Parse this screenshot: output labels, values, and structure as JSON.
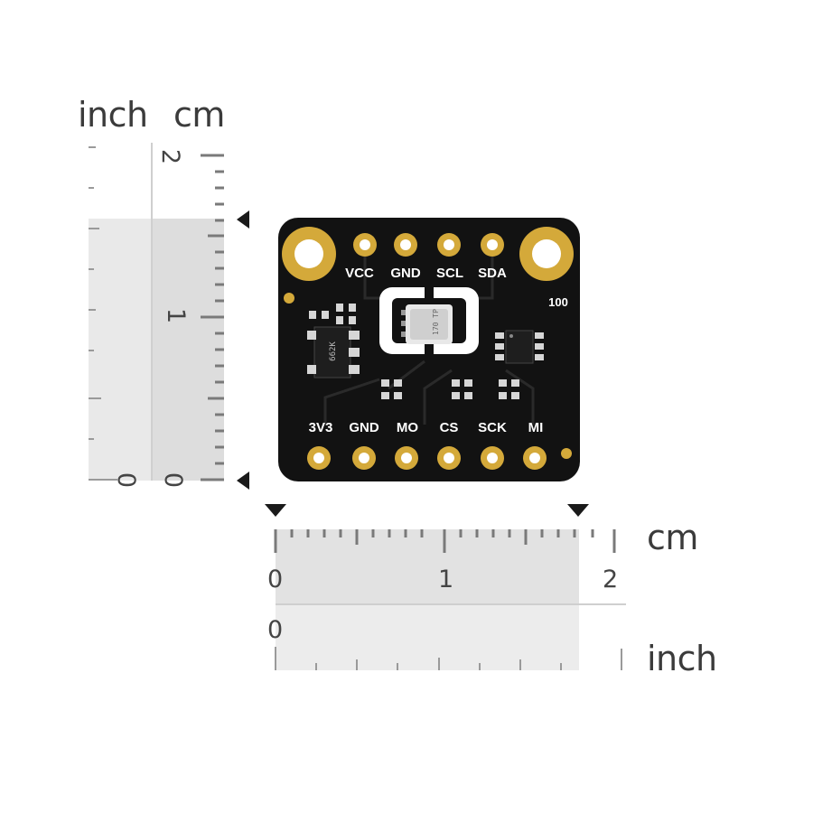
{
  "vertical_ruler": {
    "unit_inch": "inch",
    "unit_cm": "cm",
    "cm_labels": [
      "2",
      "1",
      "0"
    ],
    "inch_labels": [
      "0"
    ]
  },
  "horizontal_ruler": {
    "unit_cm": "cm",
    "unit_inch": "inch",
    "cm_labels": [
      "0",
      "1",
      "2"
    ],
    "inch_labels": [
      "0"
    ]
  },
  "board": {
    "pins_top": [
      "VCC",
      "GND",
      "SCL",
      "SDA"
    ],
    "pins_bottom": [
      "3V3",
      "GND",
      "MO",
      "CS",
      "SCK",
      "MI"
    ],
    "marking_100": "100",
    "regulator_text": "662K",
    "sensor_text": "170 TP"
  },
  "colors": {
    "pcb": "#111111",
    "gold": "#d4a93a",
    "ruler_band": "#e6e6e6"
  }
}
